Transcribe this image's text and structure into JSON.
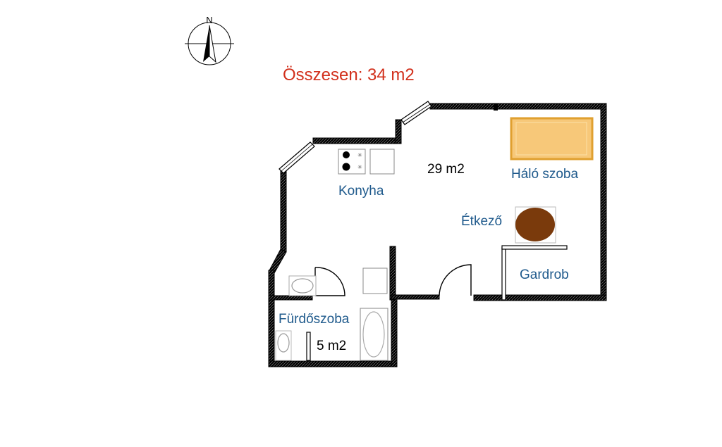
{
  "compass": {
    "letter": "N"
  },
  "total_label": "Összesen: 34 m2",
  "rooms": {
    "main_area": "29 m2",
    "kitchen": "Konyha",
    "bedroom": "Háló szoba",
    "dining": "Étkező",
    "wardrobe": "Gardrob",
    "bathroom": "Fürdőszoba",
    "bathroom_area": "5 m2"
  },
  "colors": {
    "title": "#d2301c",
    "room_label": "#1f5a8c",
    "area_label": "#000000",
    "bed_fill": "#f7c879",
    "bed_stroke": "#e0a030",
    "table_fill": "#7a3a0c"
  }
}
